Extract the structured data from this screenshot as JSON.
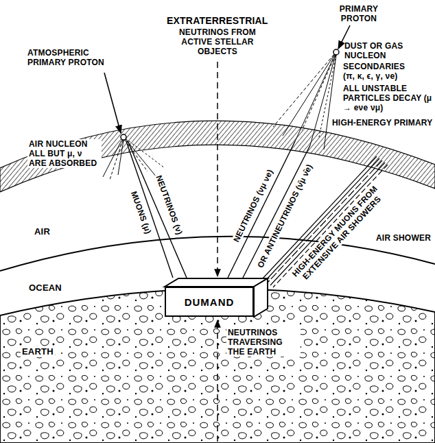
{
  "diagram": {
    "nodes": [
      {
        "text": [
          "DUMAND"
        ]
      }
    ],
    "labels": [
      "EXTRATERRESTRIAL",
      "NEUTRINOS FROM ACTIVE STELLAR OBJECTS",
      "PRIMARY PROTON",
      "DUST OR GAS NUCLEON",
      "SECONDARIES (π, κ, ϵ, γ, νe)",
      "ALL UNSTABLE PARTICLES DECAY (μ → eνe νμ)",
      "ATMOSPHERIC PRIMARY PROTON",
      "HIGH-ENERGY PRIMARY",
      "AIR NUCLEON ALL BUT μ, ν ARE ABSORBED",
      "MUONS (μ)",
      "NEUTRINOS (ν)",
      "NEUTRINOS (νμ νe)",
      "OR ANTINEUTRINOS (ν̄μ ν̄e)",
      "HIGH-ENERGY MUONS FROM EXTENSIVE AIR SHOWERS",
      "AIR",
      "OCEAN",
      "EARTH",
      "AIR SHOWER",
      "NEUTRINOS TRAVERSING THE EARTH"
    ]
  }
}
